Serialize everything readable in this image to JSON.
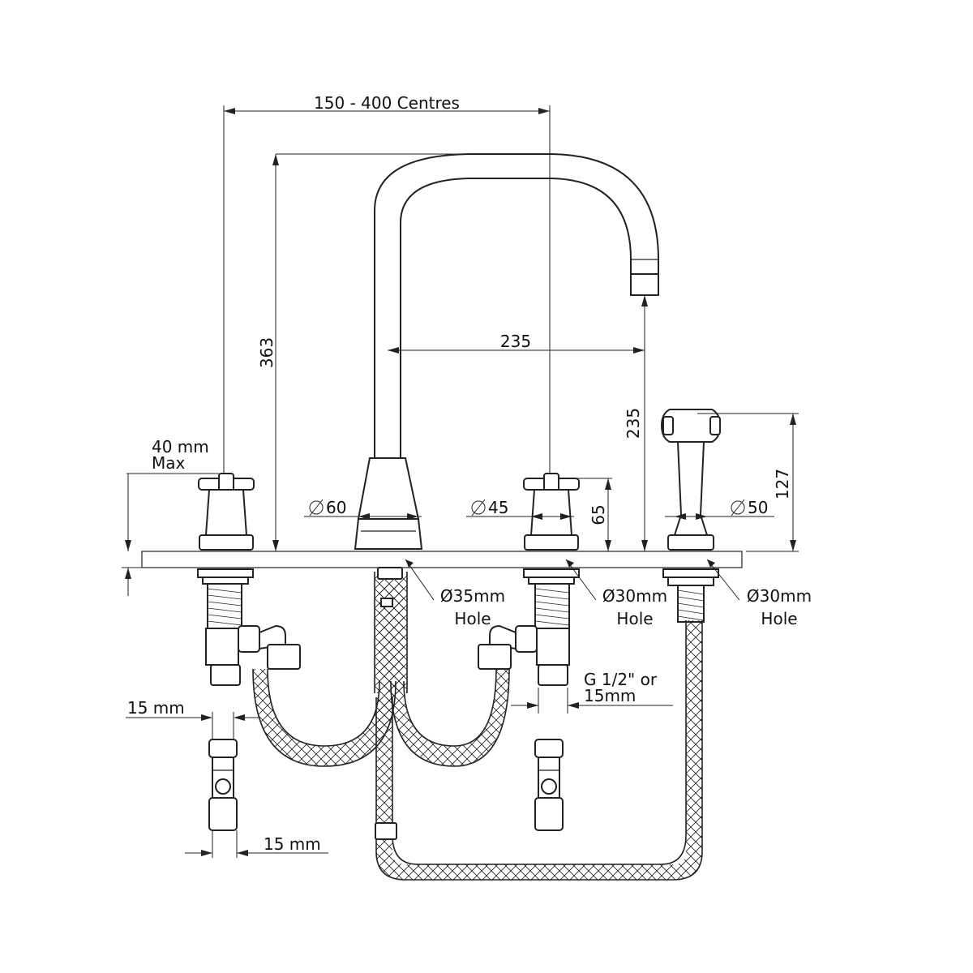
{
  "labels": {
    "centres": "150 - 400 Centres",
    "height_363": "363",
    "reach_235": "235",
    "spout_height_235": "235",
    "height_127": "127",
    "height_65": "65",
    "max_line1": "40 mm",
    "max_line2": "Max",
    "dia_60": "60",
    "dia_45": "45",
    "dia_50": "50",
    "hole_35": "Ø35mm",
    "hole_30_a": "Ø30mm",
    "hole_30_b": "Ø30mm",
    "hole_word_a": "Hole",
    "hole_word_b": "Hole",
    "hole_word_c": "Hole",
    "thread_line1": "G 1/2\" or",
    "thread_line2": "15mm",
    "pipe_15_top": "15 mm",
    "pipe_15_bottom": "15 mm"
  },
  "colors": {
    "line": "#222222",
    "background": "#ffffff"
  }
}
